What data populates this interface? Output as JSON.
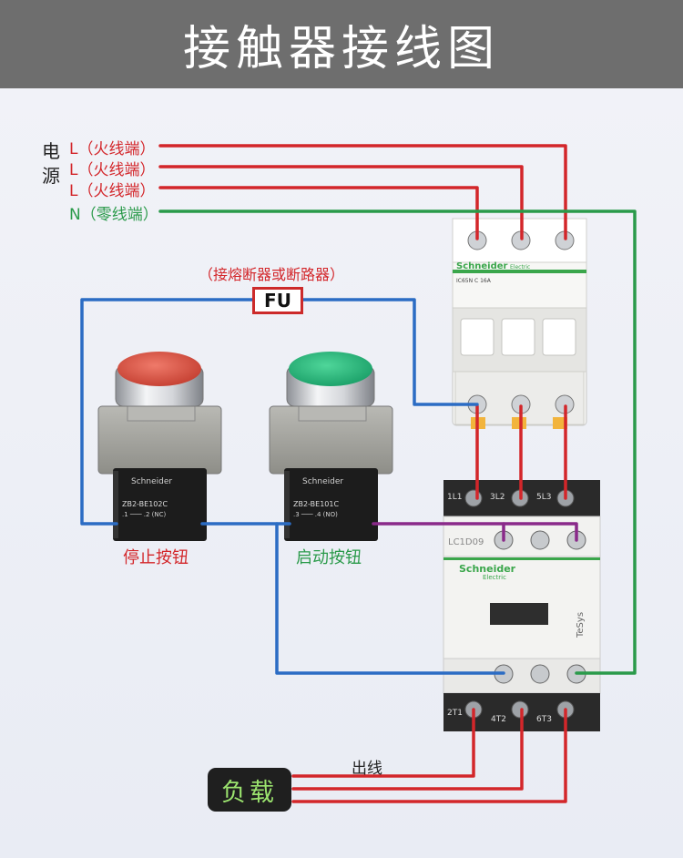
{
  "title": "接触器接线图",
  "power_source": {
    "label_chars": [
      "电",
      "源"
    ],
    "lines": [
      {
        "id": "L1",
        "text": "L（火线端）"
      },
      {
        "id": "L2",
        "text": "L（火线端）"
      },
      {
        "id": "L3",
        "text": "L（火线端）"
      },
      {
        "id": "N",
        "text": "N（零线端）"
      }
    ]
  },
  "fuse": {
    "note": "（接熔断器或断路器）",
    "label": "FU"
  },
  "stop_button": {
    "label": "停止按钮",
    "model": "ZB2-BE102C",
    "contact": ".1 ─── .2 (NC)"
  },
  "start_button": {
    "label": "启动按钮",
    "model": "ZB2-BE101C",
    "contact": ".3 ─── .4 (NO)"
  },
  "breaker": {
    "brand": "Schneider",
    "sub": "Electric",
    "model": "IC65N  C 16A"
  },
  "contactor": {
    "brand": "Schneider",
    "sub": "Electric",
    "model": "LC1D09",
    "series": "TeSys",
    "top_terminals": [
      "1L1",
      "3L2",
      "5L3"
    ],
    "bottom_terminals": [
      "2T1",
      "4T2",
      "6T3"
    ]
  },
  "output": {
    "label": "出线"
  },
  "load": {
    "label": "负载"
  },
  "colors": {
    "phase": "#d3262a",
    "neutral": "#2a9a4a",
    "control": "#2b6cc4",
    "coil": "#8a2a8a",
    "header": "#6e6e6e"
  }
}
